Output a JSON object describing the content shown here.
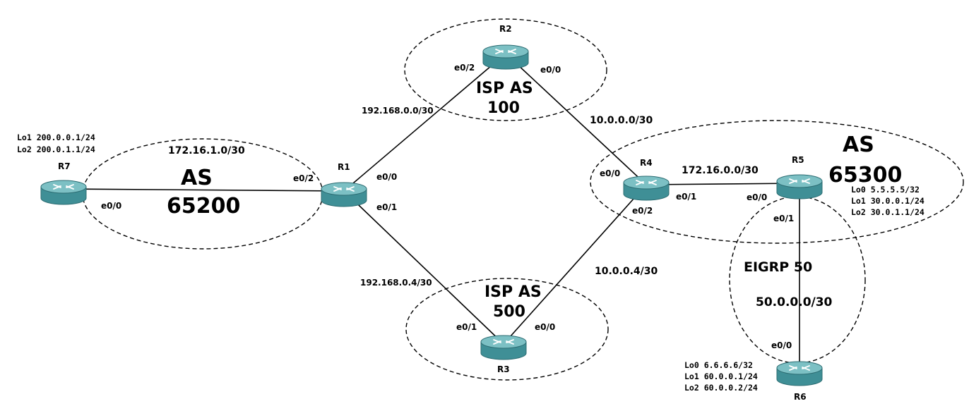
{
  "colors": {
    "router_top": "#6fb4b8",
    "router_body": "#3f8f96",
    "isp_label": "#a10f0f",
    "as65200_label": "#4b4a7d",
    "as65300_label": "#a44a77"
  },
  "routers": {
    "R1": {
      "name": "R1"
    },
    "R2": {
      "name": "R2"
    },
    "R3": {
      "name": "R3"
    },
    "R4": {
      "name": "R4"
    },
    "R5": {
      "name": "R5"
    },
    "R6": {
      "name": "R6"
    },
    "R7": {
      "name": "R7"
    }
  },
  "interfaces": {
    "r7_e00": "e0/0",
    "r1_e02": "e0/2",
    "r1_e00": "e0/0",
    "r1_e01": "e0/1",
    "r2_e02": "e0/2",
    "r2_e00": "e0/0",
    "r3_e01": "e0/1",
    "r3_e00": "e0/0",
    "r4_e00": "e0/0",
    "r4_e01": "e0/1",
    "r4_e02": "e0/2",
    "r5_e00": "e0/0",
    "r5_e01": "e0/1",
    "r6_e00": "e0/0"
  },
  "subnets": {
    "r7_r1": "172.16.1.0/30",
    "r1_r2": "192.168.0.0/30",
    "r1_r3": "192.168.0.4/30",
    "r2_r4": "10.0.0.0/30",
    "r3_r4": "10.0.0.4/30",
    "r4_r5": "172.16.0.0/30",
    "r5_r6": "50.0.0.0/30"
  },
  "regions": {
    "isp100": {
      "line1": "ISP AS",
      "line2": "100"
    },
    "isp500": {
      "line1": "ISP AS",
      "line2": "500"
    },
    "as65200": {
      "line1": "AS",
      "line2": "65200"
    },
    "as65300": {
      "line1": "AS",
      "line2": "65300"
    },
    "eigrp": {
      "label": "EIGRP 50"
    }
  },
  "loopbacks": {
    "r7": [
      "Lo1 200.0.0.1/24",
      "Lo2 200.0.1.1/24"
    ],
    "r5": [
      "Lo0 5.5.5.5/32",
      "Lo1 30.0.0.1/24",
      "Lo2 30.0.1.1/24"
    ],
    "r6": [
      "Lo0 6.6.6.6/32",
      "Lo1 60.0.0.1/24",
      "Lo2 60.0.0.2/24"
    ]
  }
}
